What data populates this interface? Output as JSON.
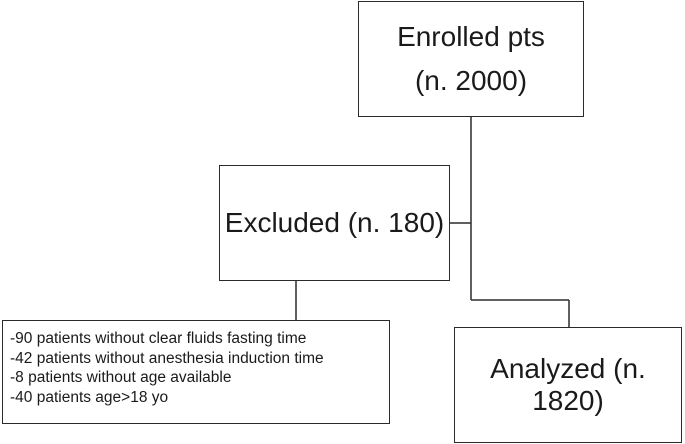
{
  "flowchart": {
    "enrolled": {
      "line1": "Enrolled pts",
      "line2": "(n. 2000)"
    },
    "excluded": {
      "label": "Excluded (n. 180)"
    },
    "exclusion_reasons": [
      "-90 patients without clear fluids fasting time",
      "-42 patients without anesthesia induction time",
      "-8 patients without age available",
      "-40 patients age>18 yo"
    ],
    "analyzed": {
      "label": "Analyzed (n. 1820)"
    }
  }
}
